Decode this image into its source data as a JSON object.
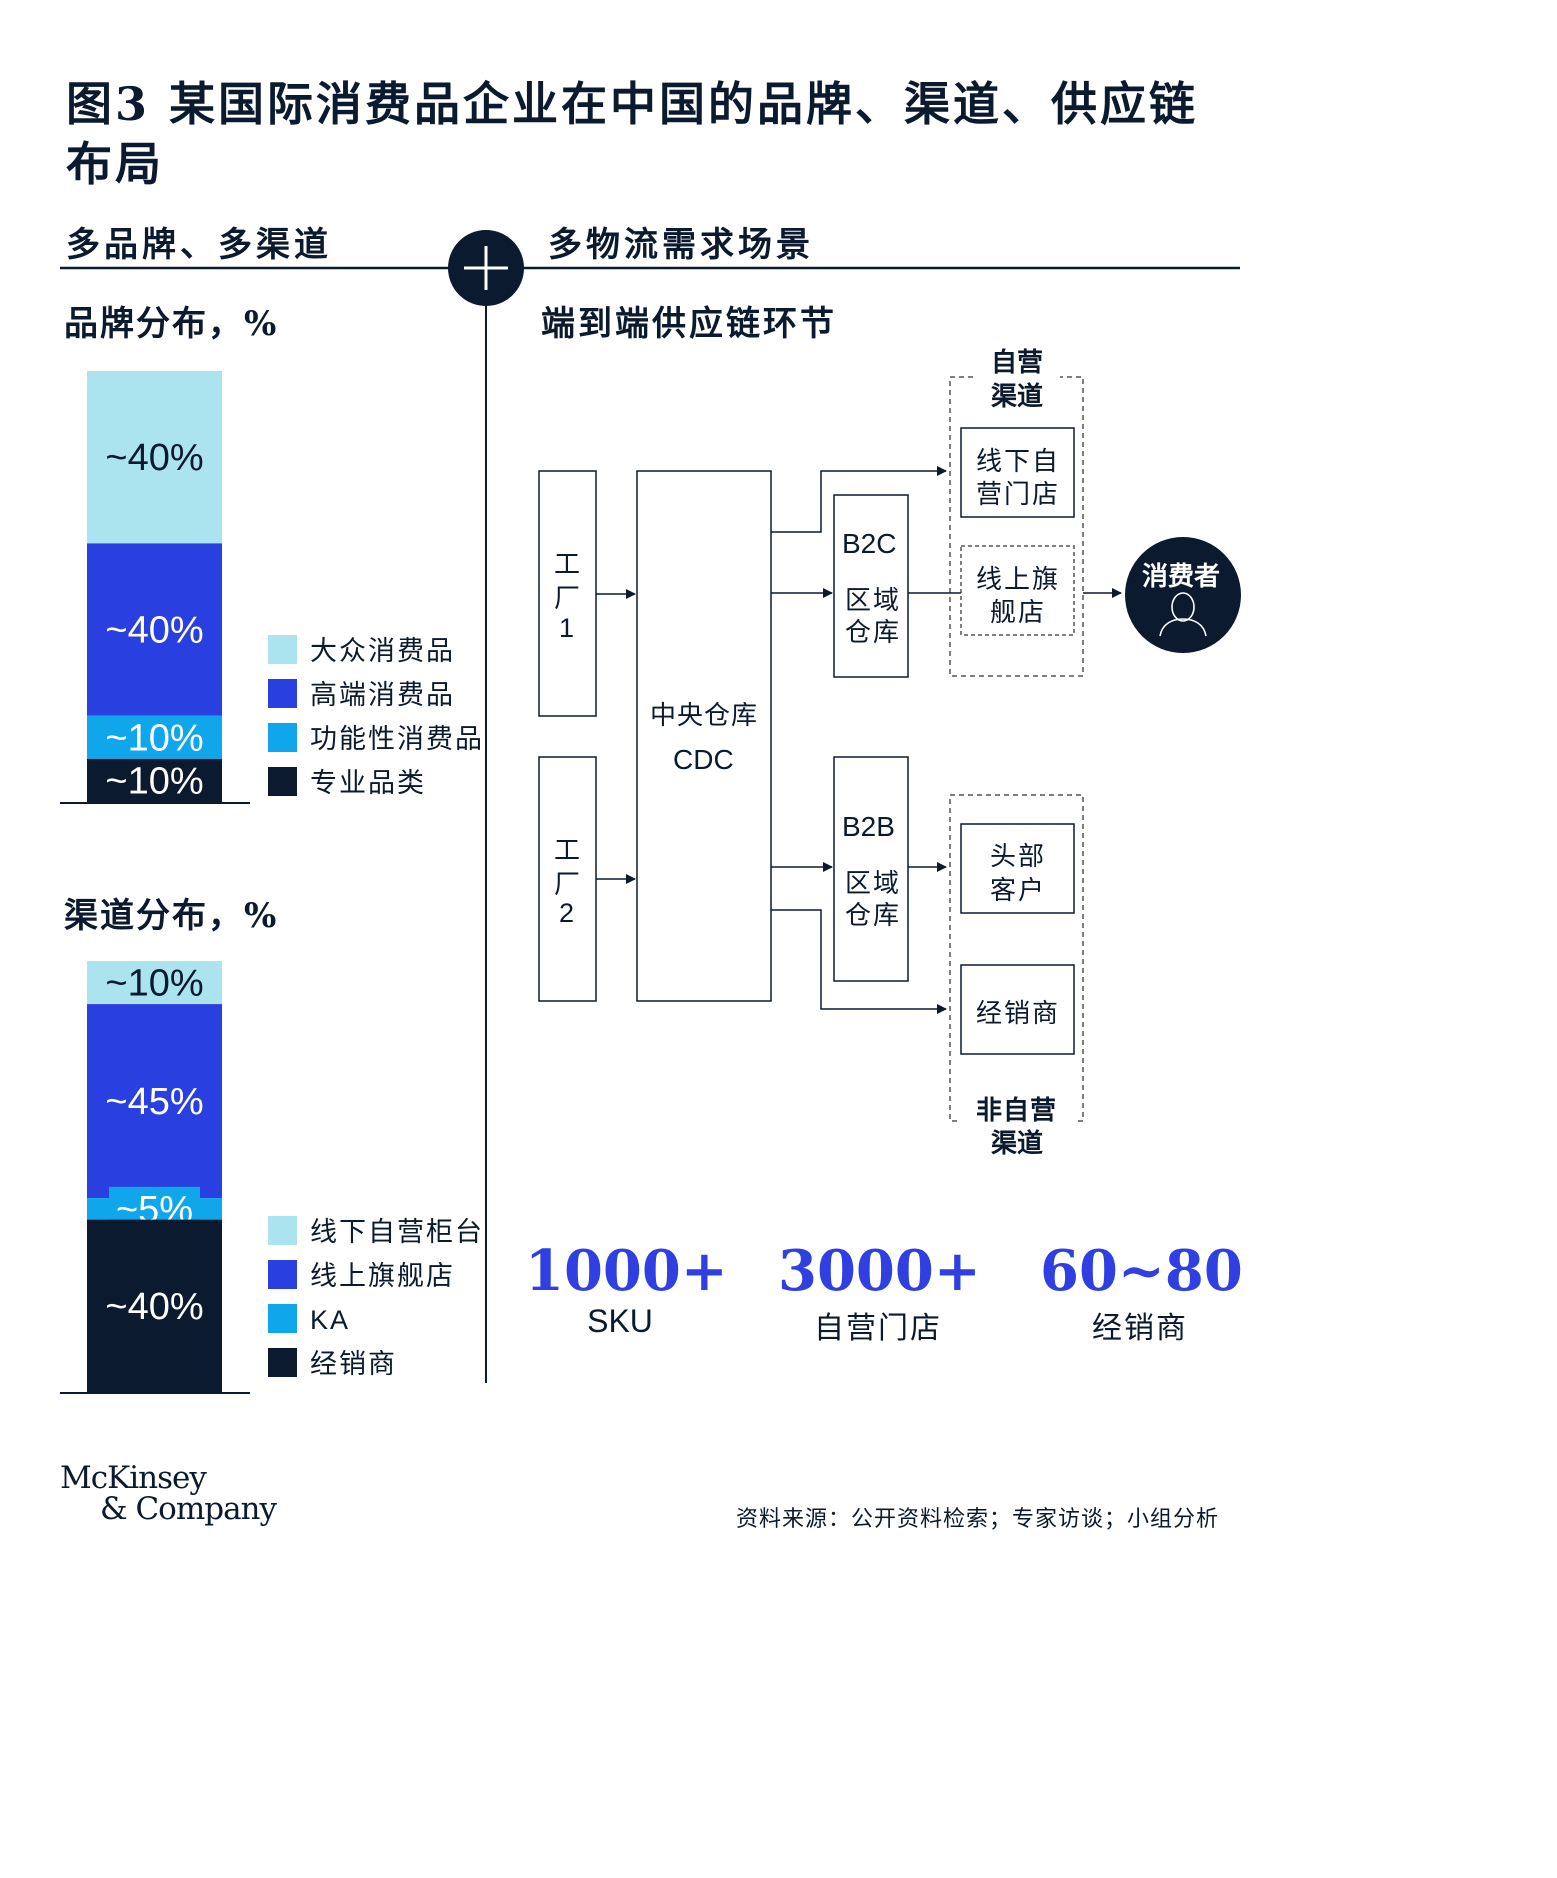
{
  "title_line1": "图3 某国际消费品企业在中国的品牌、渠道、供应链",
  "title_line2": "布局",
  "left_header": "多品牌、多渠道",
  "right_header": "多物流需求场景",
  "colors": {
    "light": "#abe3ee",
    "blue": "#2a3fe0",
    "cyan": "#10a6ec",
    "navy": "#0b1a2e",
    "stat": "#2f3fe0"
  },
  "chart_data": [
    {
      "type": "bar",
      "title": "品牌分布，%",
      "stacked": true,
      "series": [
        {
          "name": "大众消费品",
          "value": 40,
          "label": "~40%",
          "color": "#abe3ee"
        },
        {
          "name": "高端消费品",
          "value": 40,
          "label": "~40%",
          "color": "#2a3fe0"
        },
        {
          "name": "功能性消费品",
          "value": 10,
          "label": "~10%",
          "color": "#10a6ec"
        },
        {
          "name": "专业品类",
          "value": 10,
          "label": "~10%",
          "color": "#0b1a2e"
        }
      ],
      "legend_placement": "right"
    },
    {
      "type": "bar",
      "title": "渠道分布，%",
      "stacked": true,
      "series": [
        {
          "name": "线下自营柜台",
          "value": 10,
          "label": "~10%",
          "color": "#abe3ee"
        },
        {
          "name": "线上旗舰店",
          "value": 45,
          "label": "~45%",
          "color": "#2a3fe0"
        },
        {
          "name": "KA",
          "value": 5,
          "label": "~5%",
          "color": "#10a6ec"
        },
        {
          "name": "经销商",
          "value": 40,
          "label": "~40%",
          "color": "#0b1a2e"
        }
      ],
      "legend_placement": "right"
    }
  ],
  "diagram": {
    "title": "端到端供应链环节",
    "factory1": [
      "工",
      "厂",
      "1"
    ],
    "factory2": [
      "工",
      "厂",
      "2"
    ],
    "cdc": [
      "中央仓库",
      "CDC"
    ],
    "b2c": [
      "B2C",
      "区域",
      "仓库"
    ],
    "b2b": [
      "B2B",
      "区域",
      "仓库"
    ],
    "own_channel": [
      "自营",
      "渠道"
    ],
    "non_own_channel": [
      "非自营",
      "渠道"
    ],
    "offline_store": [
      "线下自",
      "营门店"
    ],
    "online_store": [
      "线上旗",
      "舰店"
    ],
    "key_account": [
      "头部",
      "客户"
    ],
    "distributor": "经销商",
    "consumer": "消费者"
  },
  "stats": [
    {
      "value": "1000+",
      "label": "SKU"
    },
    {
      "value": "3000+",
      "label": "自营门店"
    },
    {
      "value": "60~80",
      "label": "经销商"
    }
  ],
  "logo": [
    "McKinsey",
    "& Company"
  ],
  "source": "资料来源：公开资料检索；专家访谈；小组分析"
}
